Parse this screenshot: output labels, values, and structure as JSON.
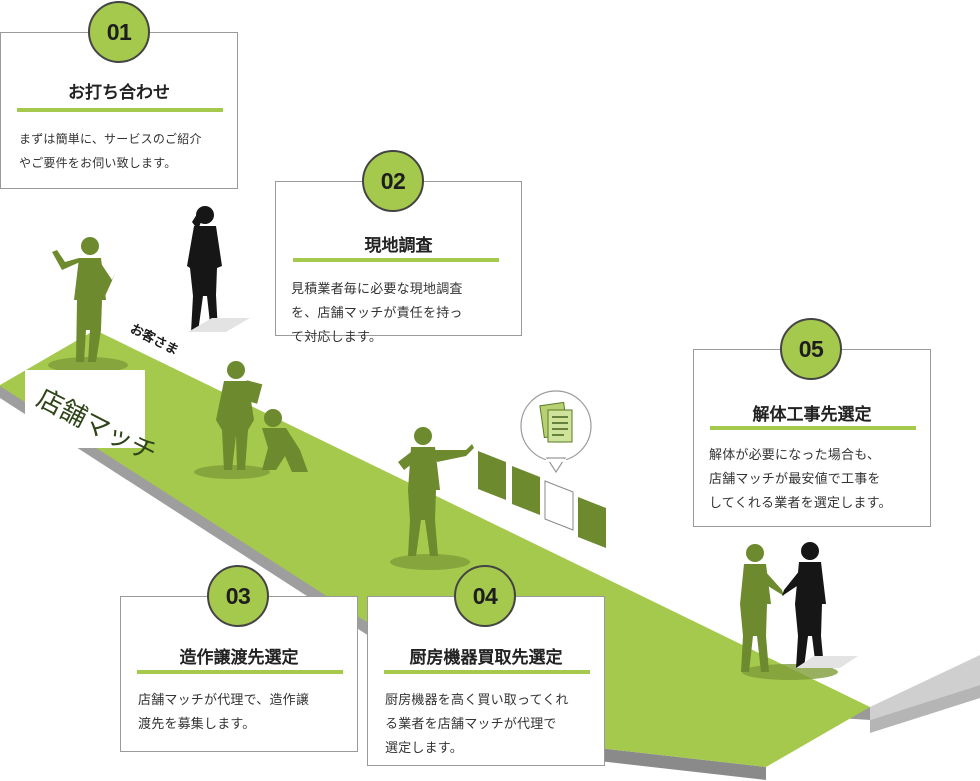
{
  "steps": [
    {
      "number": "01",
      "title": "お打ち合わせ",
      "desc": [
        "まずは簡単に、サービスのご紹介",
        "やご要件をお伺い致します。"
      ]
    },
    {
      "number": "02",
      "title": "現地調査",
      "desc": [
        "見積業者毎に必要な現地調査",
        "を、店舗マッチが責任を持っ",
        "て対応します。"
      ]
    },
    {
      "number": "03",
      "title": "造作譲渡先選定",
      "desc": [
        "店舗マッチが代理で、造作譲",
        "渡先を募集します。"
      ]
    },
    {
      "number": "04",
      "title": "厨房機器買取先選定",
      "desc": [
        "厨房機器を高く買い取ってくれ",
        "る業者を店舗マッチが代理で",
        "選定します。"
      ]
    },
    {
      "number": "05",
      "title": "解体工事先選定",
      "desc": [
        "解体が必要になった場合も、",
        "店舗マッチが最安値で工事を",
        "してくれる業者を選定します。"
      ]
    }
  ],
  "path_labels": {
    "agent": "店舗マッチ",
    "customer": "お客さま"
  },
  "colors": {
    "accent": "#a4c94d",
    "figure_green": "#6d8a2e",
    "figure_dark": "#161616",
    "path_side": "#8f8f8f"
  }
}
